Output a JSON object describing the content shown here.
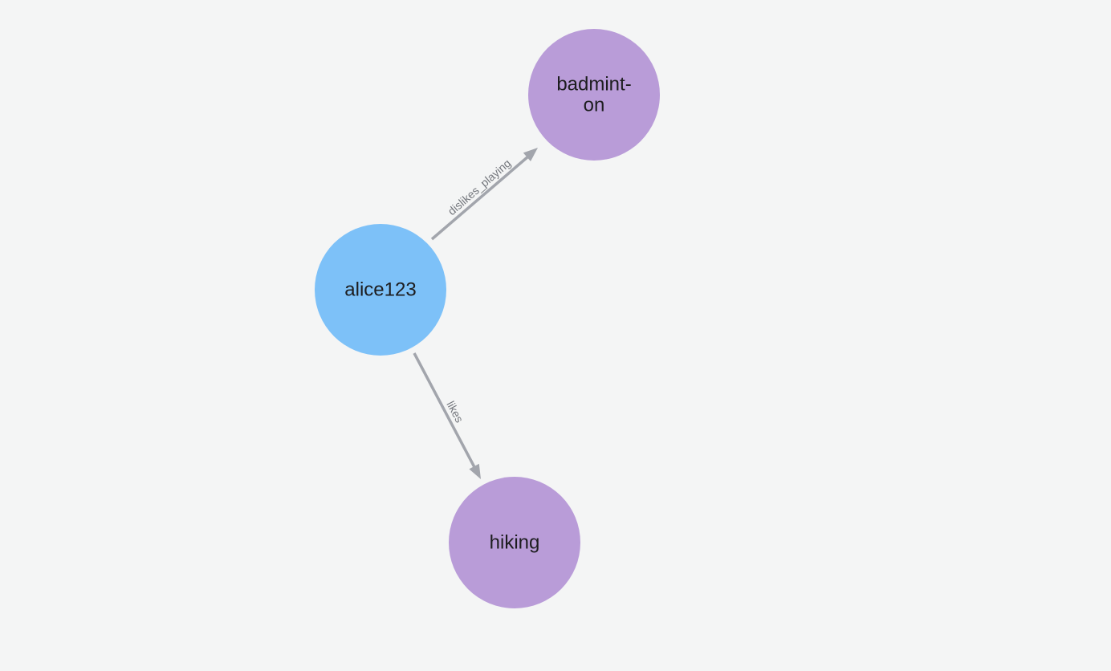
{
  "canvas": {
    "background_color": "#f4f5f5"
  },
  "graph": {
    "colors": {
      "user_node_fill": "#7dc1f8",
      "interest_node_fill": "#b99cd8",
      "edge_stroke": "#a2a5ac",
      "edge_label_color": "#73767c",
      "node_label_color": "#1d1d1f"
    },
    "nodes": [
      {
        "id": "alice123",
        "label": "alice123",
        "kind": "user"
      },
      {
        "id": "badminton",
        "label": "badminton",
        "label_lines": [
          "badmint-",
          "on"
        ],
        "kind": "interest"
      },
      {
        "id": "hiking",
        "label": "hiking",
        "kind": "interest"
      }
    ],
    "edges": [
      {
        "source": "alice123",
        "target": "badminton",
        "label": "dislikes_playing"
      },
      {
        "source": "alice123",
        "target": "hiking",
        "label": "likes"
      }
    ]
  }
}
